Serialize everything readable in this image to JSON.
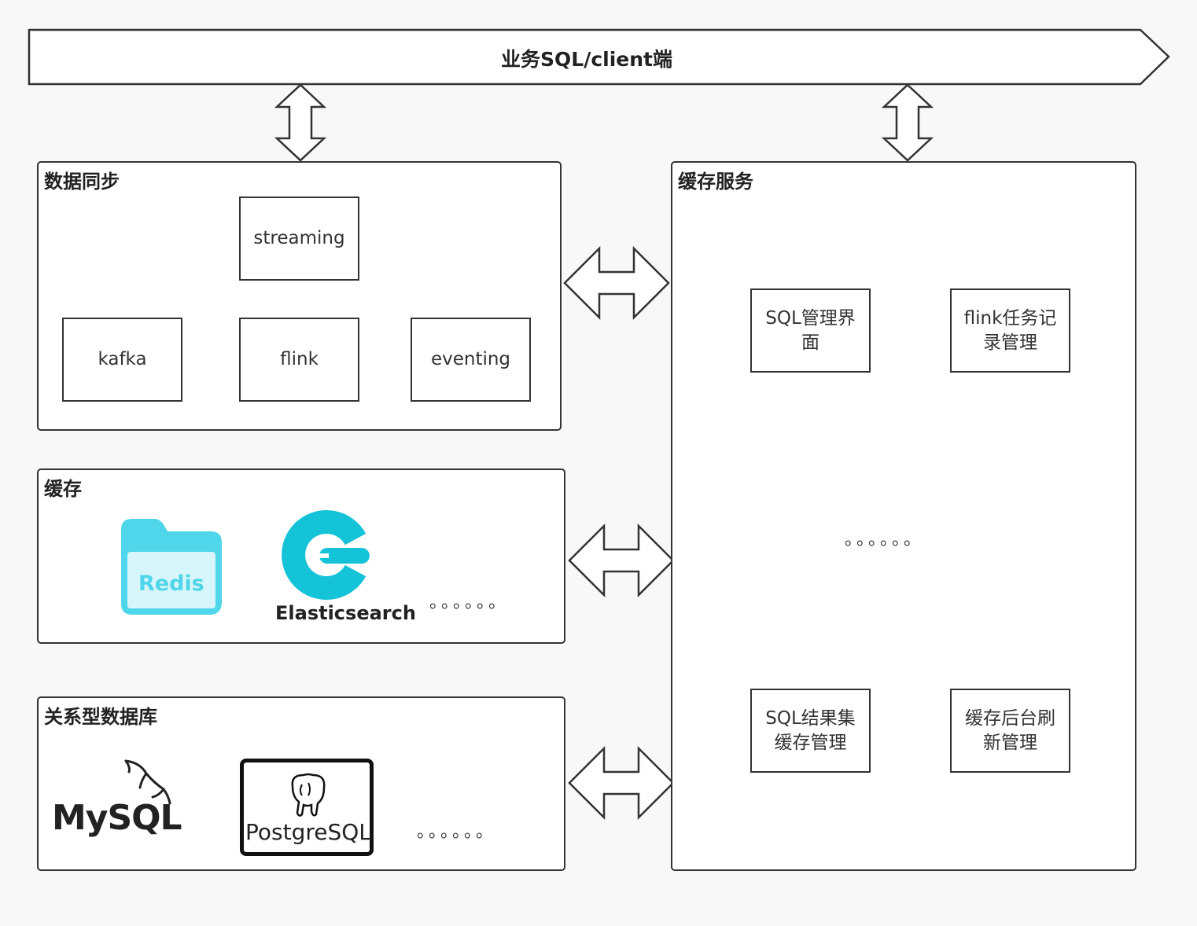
{
  "banner": {
    "title": "业务SQL/client端"
  },
  "sync_panel": {
    "title": "数据同步",
    "nodes": {
      "streaming": "streaming",
      "kafka": "kafka",
      "flink": "flink",
      "eventing": "eventing"
    }
  },
  "cache_panel": {
    "title": "缓存",
    "redis_label": "Redis",
    "es_label": "Elasticsearch",
    "more": "。。。。。。"
  },
  "rdb_panel": {
    "title": "关系型数据库",
    "mysql_label": "MySQL",
    "pg_label": "PostgreSQL",
    "more": "。。。。。。"
  },
  "service_panel": {
    "title": "缓存服务",
    "nodes": {
      "sql_ui": "SQL管理界面",
      "flink_task": "flink任务记录管理",
      "sql_result": "SQL结果集缓存管理",
      "cache_refresh": "缓存后台刷新管理"
    },
    "more": "。。。。。。"
  },
  "colors": {
    "stroke": "#333333",
    "redis": "#4fd6ea",
    "es": "#15c3d8"
  }
}
